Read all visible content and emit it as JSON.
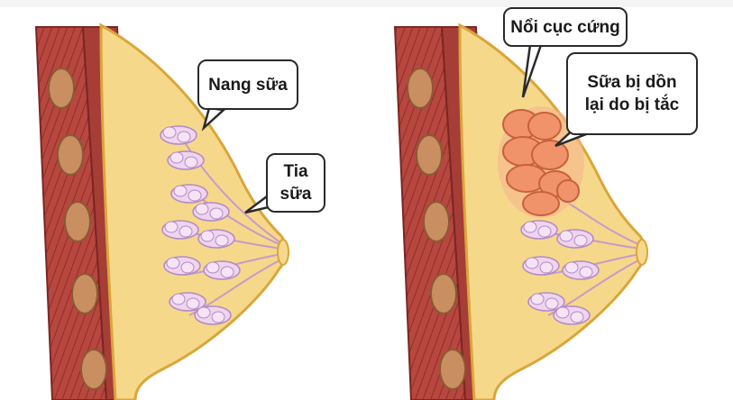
{
  "labels": {
    "left": {
      "milk_sacs": "Nang sữa",
      "milk_ducts": "Tia\nsữa"
    },
    "right": {
      "hard_lump": "Nổi cục cứng",
      "blocked_milk": "Sữa bị dồn\nlại do bị tắc"
    }
  },
  "colors": {
    "muscle": "#b7473f",
    "muscle_stripe": "#8e2f2a",
    "fat": "#f6d88a",
    "fat_outline": "#d9a63a",
    "bone": "#c98f60",
    "lobule": "#efd4ef",
    "lobule_outline": "#b08ac4",
    "clog": "#f0936a",
    "clog_outline": "#c8603e"
  },
  "icons": {
    "callout_pointer": "speech-bubble-tail"
  }
}
